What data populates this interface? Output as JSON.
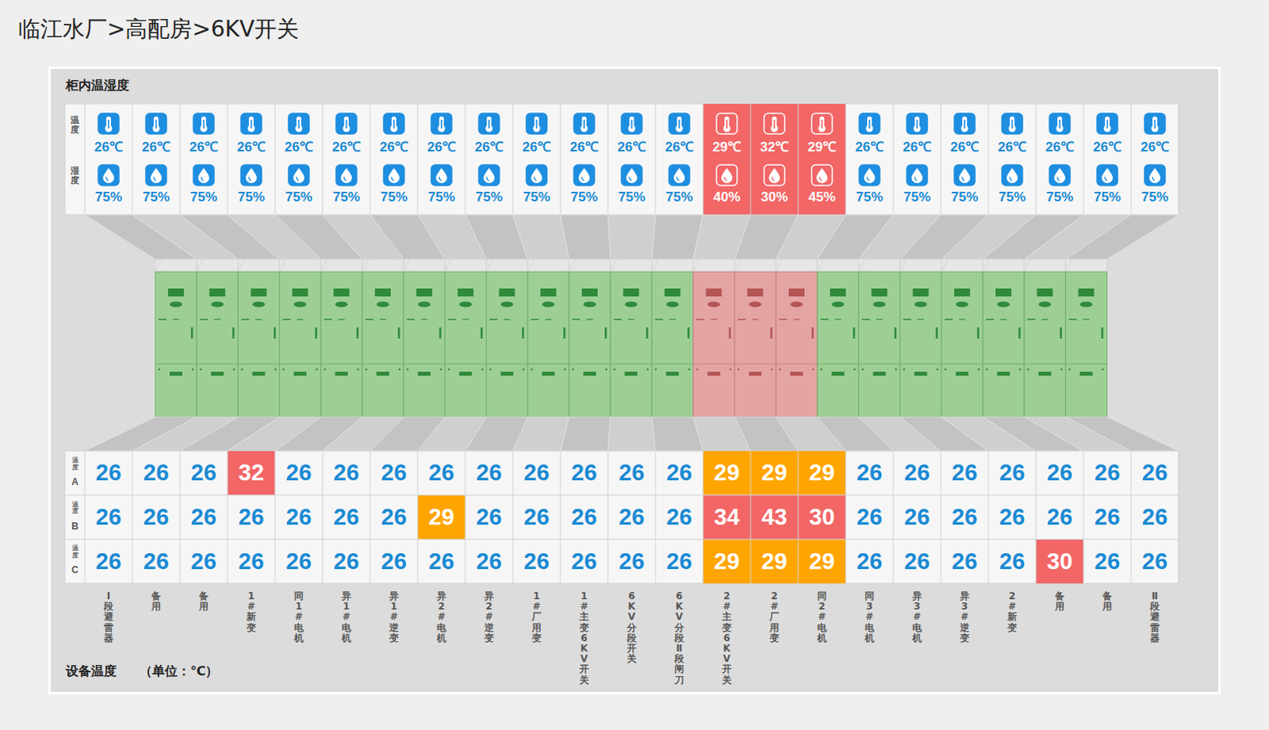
{
  "diagram": {
    "title": "临江水厂>高配房>6KV开关",
    "nodes": [
      {
        "text": [
          "柜内温湿度",
          "设备温度",
          "（单位：℃）"
        ]
      }
    ],
    "labels": [
      "温度",
      "湿度",
      "26℃",
      "26℃",
      "26℃",
      "26℃",
      "26℃",
      "26℃",
      "26℃",
      "26℃",
      "26℃",
      "26℃",
      "26℃",
      "26℃",
      "26℃",
      "29℃",
      "32℃",
      "29℃",
      "26℃",
      "26℃",
      "26℃",
      "26℃",
      "26℃",
      "26℃",
      "26℃",
      "75%",
      "75%",
      "75%",
      "75%",
      "75%",
      "75%",
      "75%",
      "75%",
      "75%",
      "75%",
      "75%",
      "75%",
      "75%",
      "40%",
      "30%",
      "45%",
      "75%",
      "75%",
      "75%",
      "75%",
      "75%",
      "75%",
      "75%",
      "温度",
      "A",
      "26",
      "26",
      "26",
      "32",
      "26",
      "26",
      "26",
      "26",
      "26",
      "26",
      "26",
      "26",
      "26",
      "29",
      "29",
      "29",
      "26",
      "26",
      "26",
      "26",
      "26",
      "26",
      "26",
      "温度",
      "B",
      "26",
      "26",
      "26",
      "26",
      "26",
      "26",
      "26",
      "29",
      "26",
      "26",
      "26",
      "26",
      "26",
      "34",
      "43",
      "30",
      "26",
      "26",
      "26",
      "26",
      "26",
      "26",
      "26",
      "温度",
      "C",
      "26",
      "26",
      "26",
      "26",
      "26",
      "26",
      "26",
      "26",
      "26",
      "26",
      "26",
      "26",
      "26",
      "29",
      "29",
      "29",
      "26",
      "26",
      "26",
      "26",
      "30",
      "26",
      "26",
      "Ⅰ段避雷器",
      "备用",
      "备用",
      "1#新变",
      "同1#电机",
      "异1#电机",
      "异1#逆变",
      "异2#电机",
      "异2#逆变",
      "1#厂用变",
      "1#主变6KV开关",
      "6KV分段开关",
      "6KV分段Ⅱ段闸刀",
      "2#主变6KV开关",
      "2#厂用变",
      "同2#电机",
      "同3#电机",
      "异3#电机",
      "异3#逆变",
      "2#新变",
      "备用",
      "备用",
      "Ⅱ段避雷器"
    ]
  }
}
